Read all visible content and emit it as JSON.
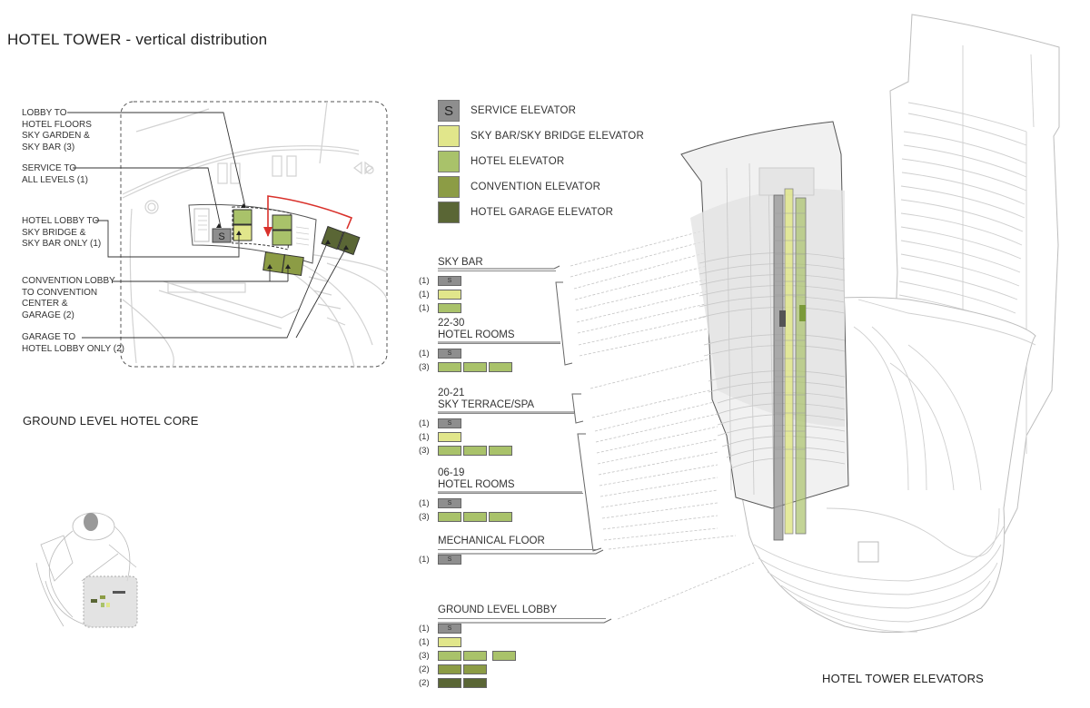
{
  "page": {
    "title": "HOTEL TOWER - vertical distribution"
  },
  "colors": {
    "service": "#8e8e8e",
    "sky_bar_bridge": "#e1e68b",
    "hotel": "#a9c26a",
    "convention": "#8c9c45",
    "garage": "#5a6635",
    "arrow_red": "#d9312b",
    "line": "#444444",
    "drawing_line": "#c9c9c9"
  },
  "plan": {
    "caption": "GROUND LEVEL HOTEL CORE",
    "service_symbol": "S",
    "callouts": [
      {
        "label": "LOBBY TO HOTEL FLOORS SKY GARDEN & SKY BAR (3)",
        "lines": [
          "LOBBY TO",
          "HOTEL FLOORS",
          "SKY GARDEN &",
          "SKY BAR (3)"
        ]
      },
      {
        "label": "SERVICE TO ALL LEVELS (1)",
        "lines": [
          "SERVICE TO",
          "ALL LEVELS (1)"
        ]
      },
      {
        "label": "HOTEL LOBBY TO SKY BRIDGE & SKY BAR ONLY (1)",
        "lines": [
          "HOTEL LOBBY TO",
          "SKY BRIDGE &",
          "SKY BAR ONLY (1)"
        ]
      },
      {
        "label": "CONVENTION LOBBY TO CONVENTION CENTER & GARAGE (2)",
        "lines": [
          "CONVENTION LOBBY",
          "TO CONVENTION",
          "CENTER &",
          "GARAGE (2)"
        ]
      },
      {
        "label": "GARAGE TO HOTEL LOBBY ONLY (2)",
        "lines": [
          "GARAGE TO",
          "HOTEL LOBBY ONLY (2)"
        ]
      }
    ]
  },
  "legend": {
    "items": [
      {
        "key": "service",
        "symbol": "S",
        "label": "SERVICE ELEVATOR"
      },
      {
        "key": "sky_bar_bridge",
        "symbol": "",
        "label": "SKY BAR/SKY BRIDGE ELEVATOR"
      },
      {
        "key": "hotel",
        "symbol": "",
        "label": "HOTEL ELEVATOR"
      },
      {
        "key": "convention",
        "symbol": "",
        "label": "CONVENTION ELEVATOR"
      },
      {
        "key": "garage",
        "symbol": "",
        "label": "HOTEL GARAGE ELEVATOR"
      }
    ]
  },
  "floors": [
    {
      "name": "sky-bar",
      "title_lines": [
        "",
        "SKY BAR"
      ],
      "rows": [
        {
          "count": "(1)",
          "type": "service",
          "n": 1
        },
        {
          "count": "(1)",
          "type": "sky_bar_bridge",
          "n": 1
        },
        {
          "count": "(1)",
          "type": "hotel",
          "n": 1
        }
      ]
    },
    {
      "name": "hotel-rooms-22-30",
      "title_lines": [
        "22-30",
        "HOTEL ROOMS"
      ],
      "rows": [
        {
          "count": "(1)",
          "type": "service",
          "n": 1
        },
        {
          "count": "(3)",
          "type": "hotel",
          "n": 3
        }
      ]
    },
    {
      "name": "sky-terrace-spa-20-21",
      "title_lines": [
        "20-21",
        "SKY TERRACE/SPA"
      ],
      "rows": [
        {
          "count": "(1)",
          "type": "service",
          "n": 1
        },
        {
          "count": "(1)",
          "type": "sky_bar_bridge",
          "n": 1
        },
        {
          "count": "(3)",
          "type": "hotel",
          "n": 3
        }
      ]
    },
    {
      "name": "hotel-rooms-06-19",
      "title_lines": [
        "06-19",
        "HOTEL ROOMS"
      ],
      "rows": [
        {
          "count": "(1)",
          "type": "service",
          "n": 1
        },
        {
          "count": "(3)",
          "type": "hotel",
          "n": 3
        }
      ]
    },
    {
      "name": "mechanical-floor",
      "title_lines": [
        "",
        "MECHANICAL FLOOR"
      ],
      "rows": [
        {
          "count": "(1)",
          "type": "service",
          "n": 1
        }
      ]
    },
    {
      "name": "ground-level-lobby",
      "title_lines": [
        "",
        "GROUND LEVEL LOBBY"
      ],
      "rows": [
        {
          "count": "(1)",
          "type": "service",
          "n": 1
        },
        {
          "count": "(1)",
          "type": "sky_bar_bridge",
          "n": 1
        },
        {
          "count": "(3)",
          "type": "hotel",
          "n": 3
        },
        {
          "count": "(2)",
          "type": "convention",
          "n": 2
        },
        {
          "count": "(2)",
          "type": "garage",
          "n": 2
        }
      ]
    }
  ],
  "tower": {
    "caption": "HOTEL TOWER ELEVATORS"
  }
}
